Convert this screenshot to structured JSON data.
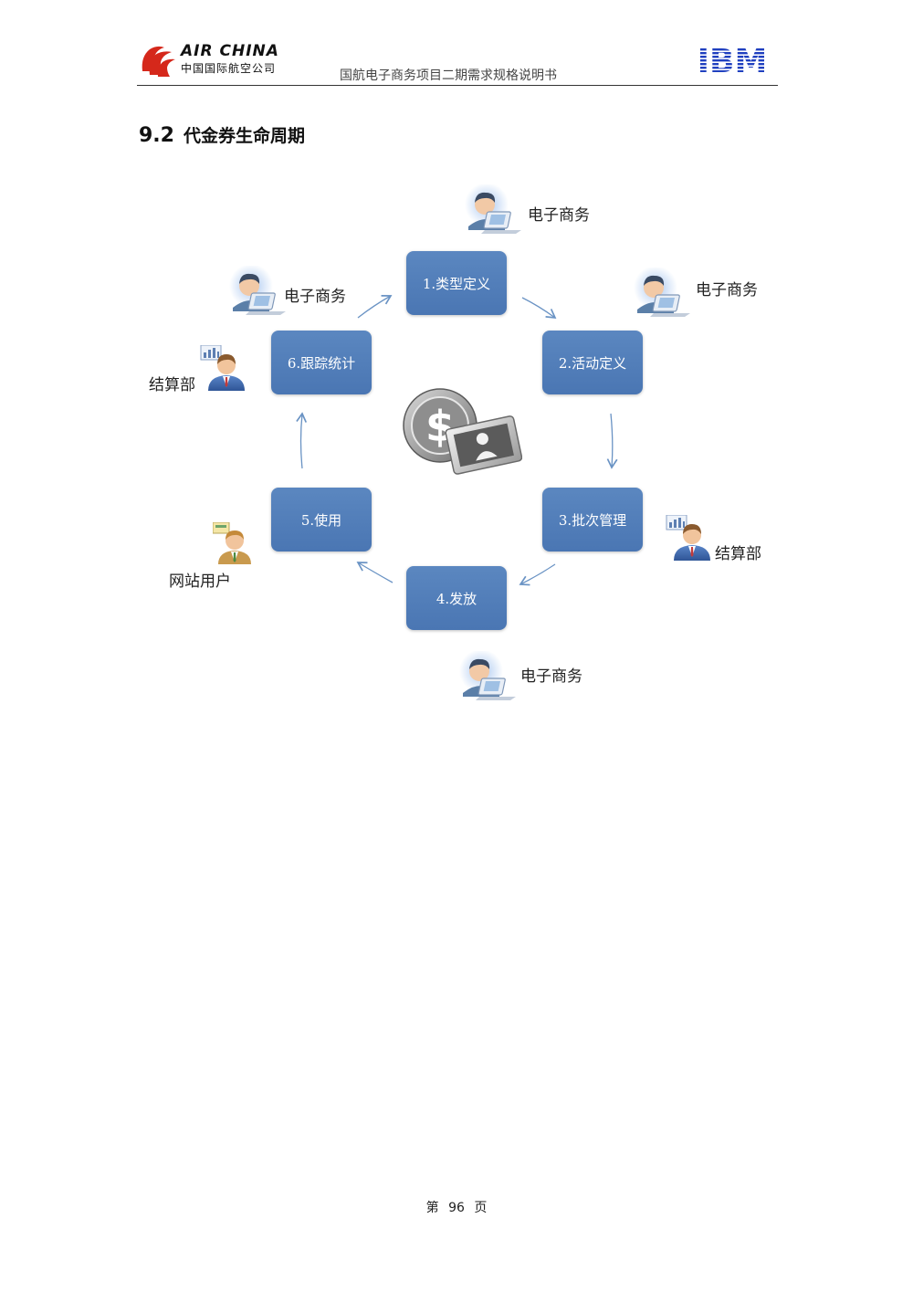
{
  "header": {
    "logo_text": "AIR CHINA",
    "logo_subtext": "中国国际航空公司",
    "doc_title": "国航电子商务项目二期需求规格说明书",
    "partner_logo": "IBM"
  },
  "section": {
    "number": "9.2",
    "title": "代金券生命周期"
  },
  "diagram": {
    "center_icon": "dollar-coin-card-icon",
    "stages": [
      {
        "label": "1.类型定义"
      },
      {
        "label": "2.活动定义"
      },
      {
        "label": "3.批次管理"
      },
      {
        "label": "4.发放"
      },
      {
        "label": "5.使用"
      },
      {
        "label": "6.跟踪统计"
      }
    ],
    "roles": [
      {
        "label": "电子商务",
        "icon": "ecommerce-user-laptop-icon"
      },
      {
        "label": "电子商务",
        "icon": "ecommerce-user-laptop-icon"
      },
      {
        "label": "结算部",
        "icon": "finance-user-chart-icon"
      },
      {
        "label": "电子商务",
        "icon": "ecommerce-user-laptop-icon"
      },
      {
        "label": "网站用户",
        "icon": "website-user-icon"
      },
      {
        "label": "结算部",
        "icon": "finance-user-chart-icon"
      },
      {
        "label": "电子商务",
        "icon": "ecommerce-user-laptop-icon"
      }
    ],
    "colors": {
      "stage_fill": "#4f7cb8",
      "arrow": "#6a93c4"
    }
  },
  "footer": {
    "prefix": "第",
    "page_number": "96",
    "suffix": "页"
  }
}
